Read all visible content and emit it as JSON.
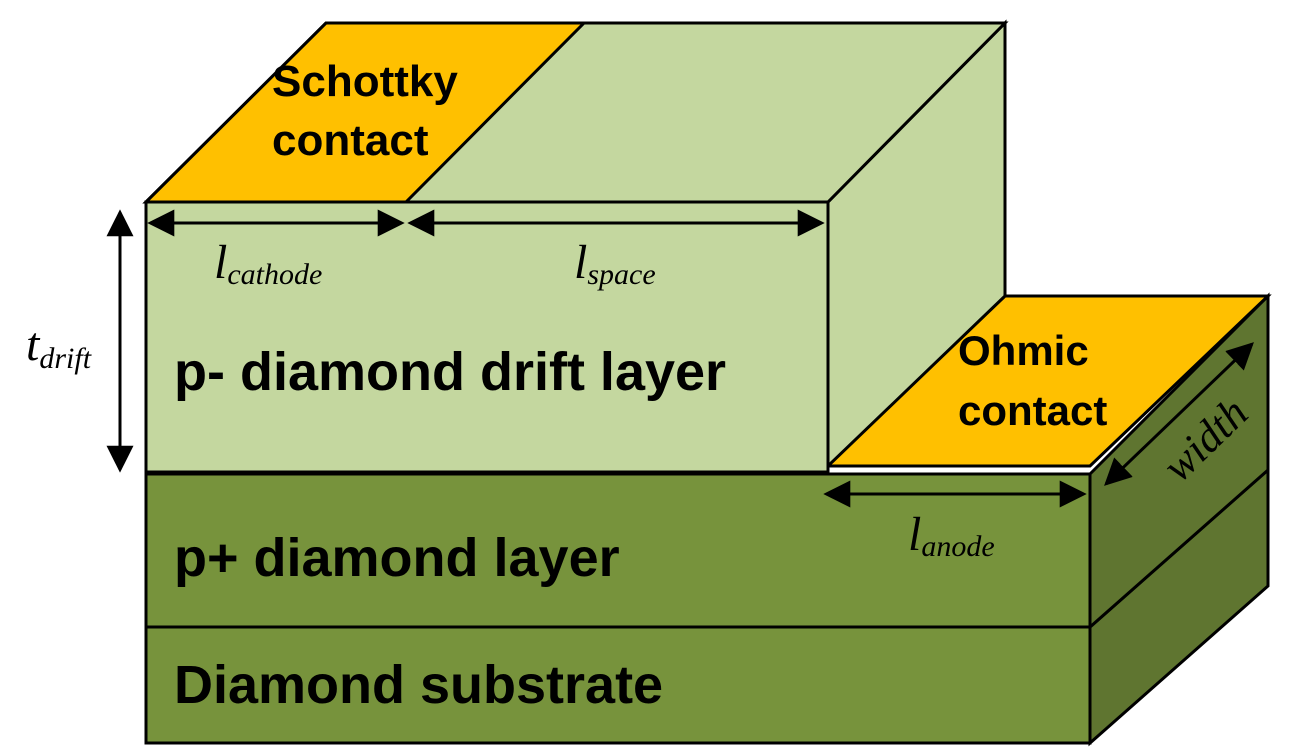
{
  "colors": {
    "drift_front": "#C4D79F",
    "drift_top": "#C4D79F",
    "drift_side": "#C4D79F",
    "pplus_front": "#77933C",
    "pplus_side": "#5F7530",
    "substrate_front": "#77933C",
    "substrate_side": "#5F7530",
    "contact_gold": "#FFC000",
    "outline": "#000000"
  },
  "labels": {
    "schottky_line1": "Schottky",
    "schottky_line2": "contact",
    "ohmic_line1": "Ohmic",
    "ohmic_line2": "contact",
    "drift_layer": "p- diamond drift layer",
    "pplus_layer": "p+ diamond layer",
    "substrate": "Diamond substrate"
  },
  "dimensions": {
    "l_cathode": {
      "base": "l",
      "sub": "cathode"
    },
    "l_space": {
      "base": "l",
      "sub": "space"
    },
    "l_anode": {
      "base": "l",
      "sub": "anode"
    },
    "t_drift": {
      "base": "t",
      "sub": "drift"
    },
    "width": "width"
  }
}
